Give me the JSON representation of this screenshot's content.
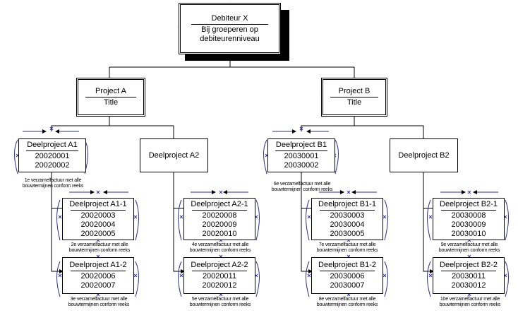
{
  "root": {
    "title": "Debiteur X",
    "line1": "Bij groeperen op",
    "line2": "debiteurenniveau"
  },
  "projects": [
    {
      "title": "Project A",
      "subtitle": "Title"
    },
    {
      "title": "Project B",
      "subtitle": "Title"
    }
  ],
  "deelprojects": {
    "A1": {
      "title": "Deelproject A1",
      "codes": [
        "20020001",
        "20020002"
      ]
    },
    "A2": {
      "title": "Deelproject A2",
      "codes": []
    },
    "A1_1": {
      "title": "Deelproject A1-1",
      "codes": [
        "20020003",
        "20020004",
        "20020005"
      ]
    },
    "A1_2": {
      "title": "Deelproject A1-2",
      "codes": [
        "20020006",
        "20020007"
      ]
    },
    "A2_1": {
      "title": "Deelproject A2-1",
      "codes": [
        "20020008",
        "20020009",
        "20020010"
      ]
    },
    "A2_2": {
      "title": "Deelproject A2-2",
      "codes": [
        "20020011",
        "20020012"
      ]
    },
    "B1": {
      "title": "Deelproject B1",
      "codes": [
        "20030001",
        "20030002"
      ]
    },
    "B2": {
      "title": "Deelproject B2",
      "codes": []
    },
    "B1_1": {
      "title": "Deelproject B1-1",
      "codes": [
        "20030003",
        "20030004",
        "20030005"
      ]
    },
    "B1_2": {
      "title": "Deelproject B1-2",
      "codes": [
        "20030006",
        "20030007"
      ]
    },
    "B2_1": {
      "title": "Deelproject B2-1",
      "codes": [
        "20030008",
        "20030009",
        "20030010"
      ]
    },
    "B2_2": {
      "title": "Deelproject B2-2",
      "codes": [
        "20030011",
        "20030012"
      ]
    }
  },
  "notes": {
    "n1": {
      "line1": "1e verzamelfactuur met alle",
      "line2": "bouwtermijnen conform reeks"
    },
    "n2": {
      "line1": "2e verzamelfactuur met alle",
      "line2": "bouwtermijnen conform reeks"
    },
    "n3": {
      "line1": "3e verzamelfactuur met alle",
      "line2": "bouwtermijnen conform reeks"
    },
    "n4": {
      "line1": "4e verzamelfactuur met alle",
      "line2": "bouwtermijnen conform reeks"
    },
    "n5": {
      "line1": "5e verzamelfactuur met alle",
      "line2": "bouwtermijnen conform reeks"
    },
    "n6": {
      "line1": "6e verzamelfactuur met alle",
      "line2": "bouwtermijnen conform reeks"
    },
    "n7": {
      "line1": "7e verzamelfactuur met alle",
      "line2": "bouwtermijnen conform reeks"
    },
    "n8": {
      "line1": "8e verzamelfactuur met alle",
      "line2": "bouwtermijnen conform reeks"
    },
    "n9": {
      "line1": "9e verzamelfactuur met alle",
      "line2": "bouwtermijnen conform reeks"
    },
    "n10": {
      "line1": "10e verzamelfactuur met alle",
      "line2": "bouwtermijnen conform reeks"
    }
  },
  "colors": {
    "line": "#000000",
    "marker": "#3030b0",
    "background": "#ffffff"
  }
}
